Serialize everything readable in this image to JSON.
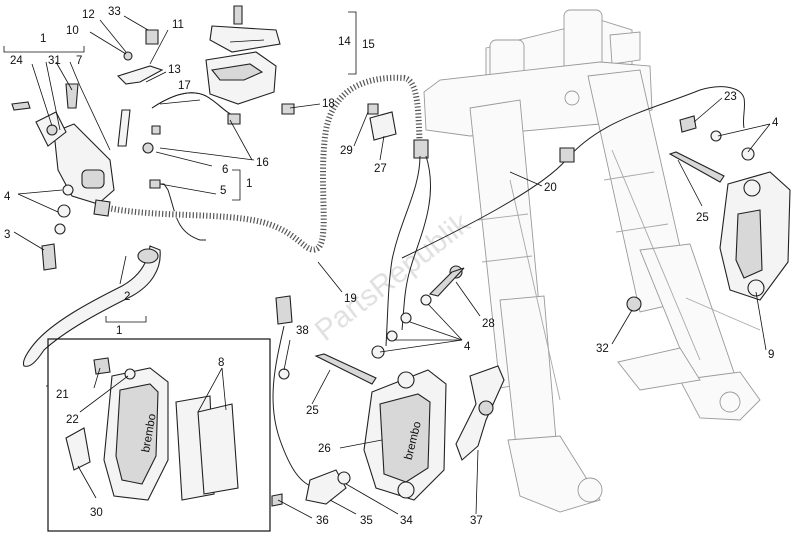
{
  "watermark": "PartsRepublik",
  "caliper_text_left": "brembo",
  "caliper_text_main": "brembo",
  "callouts": [
    {
      "id": "c1a",
      "text": "1"
    },
    {
      "id": "c1b",
      "text": "1"
    },
    {
      "id": "c1c",
      "text": "1"
    },
    {
      "id": "c2",
      "text": "2"
    },
    {
      "id": "c3",
      "text": "3"
    },
    {
      "id": "c4a",
      "text": "4"
    },
    {
      "id": "c4b",
      "text": "4"
    },
    {
      "id": "c4c",
      "text": "4"
    },
    {
      "id": "c5",
      "text": "5"
    },
    {
      "id": "c6",
      "text": "6"
    },
    {
      "id": "c7",
      "text": "7"
    },
    {
      "id": "c8",
      "text": "8"
    },
    {
      "id": "c9",
      "text": "9"
    },
    {
      "id": "c10",
      "text": "10"
    },
    {
      "id": "c11",
      "text": "11"
    },
    {
      "id": "c12",
      "text": "12"
    },
    {
      "id": "c13",
      "text": "13"
    },
    {
      "id": "c14",
      "text": "14"
    },
    {
      "id": "c15",
      "text": "15"
    },
    {
      "id": "c16",
      "text": "16"
    },
    {
      "id": "c17",
      "text": "17"
    },
    {
      "id": "c18",
      "text": "18"
    },
    {
      "id": "c19",
      "text": "19"
    },
    {
      "id": "c20",
      "text": "20"
    },
    {
      "id": "c21",
      "text": "21"
    },
    {
      "id": "c22",
      "text": "22"
    },
    {
      "id": "c23",
      "text": "23"
    },
    {
      "id": "c24",
      "text": "24"
    },
    {
      "id": "c25a",
      "text": "25"
    },
    {
      "id": "c25b",
      "text": "25"
    },
    {
      "id": "c26",
      "text": "26"
    },
    {
      "id": "c27",
      "text": "27"
    },
    {
      "id": "c28",
      "text": "28"
    },
    {
      "id": "c29",
      "text": "29"
    },
    {
      "id": "c30",
      "text": "30"
    },
    {
      "id": "c31",
      "text": "31"
    },
    {
      "id": "c32",
      "text": "32"
    },
    {
      "id": "c33",
      "text": "33"
    },
    {
      "id": "c34",
      "text": "34"
    },
    {
      "id": "c35",
      "text": "35"
    },
    {
      "id": "c36",
      "text": "36"
    },
    {
      "id": "c37",
      "text": "37"
    },
    {
      "id": "c38",
      "text": "38"
    }
  ]
}
